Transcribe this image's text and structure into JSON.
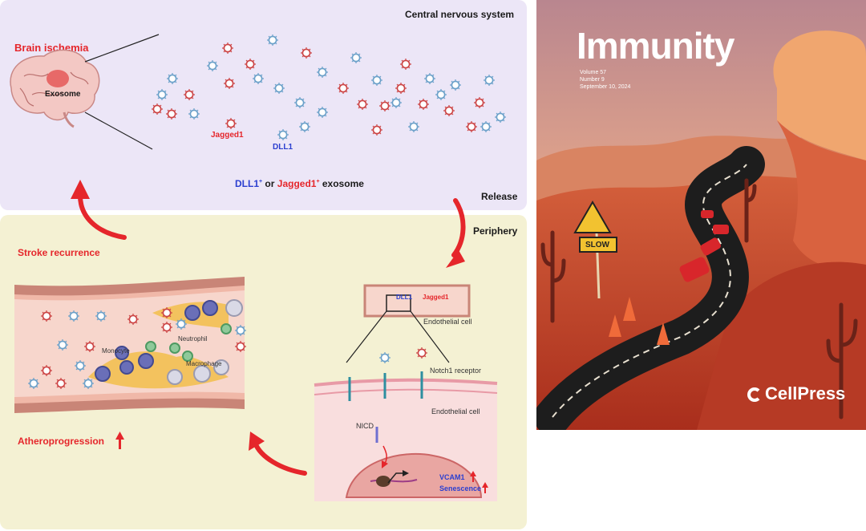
{
  "figure": {
    "cns_panel": {
      "title": "Central nervous system",
      "brain_label": "Brain ischemia",
      "exosome_label": "Exosome",
      "jagged1_label": "Jagged1",
      "dll1_label": "DLL1",
      "exosome_caption": {
        "part1": "DLL1",
        "sup1": "+",
        "part2": " or ",
        "part3": "Jagged1",
        "sup2": "+",
        "part4": " exosome"
      },
      "release_label": "Release"
    },
    "periphery_panel": {
      "title": "Periphery",
      "stroke_label": "Stroke recurrence",
      "athero_label": "Atheroprogression",
      "monocyte_label": "Monocyte",
      "neutrophil_label": "Neutrophil",
      "macrophage_label": "Macrophage",
      "vessel_dll1": "DLL1",
      "vessel_jagged1": "Jagged1",
      "endothelial_label_top": "Endothelial cell",
      "notch_label": "Notch1 receptor",
      "endothelial_label_bottom": "Endothelial cell",
      "nicd_label": "NICD",
      "vcam_label": "VCAM1",
      "senescence_label": "Senescence"
    },
    "colors": {
      "red": "#e5262b",
      "blue": "#2b3fd0",
      "cns_bg": "#ece6f7",
      "periphery_bg": "#f4f1d3"
    }
  },
  "cover": {
    "journal": "Immunity",
    "volume": "Volume 57",
    "number": "Number 9",
    "date": "September 10, 2024",
    "publisher": "CellPress",
    "sign_text": "SLOW"
  }
}
